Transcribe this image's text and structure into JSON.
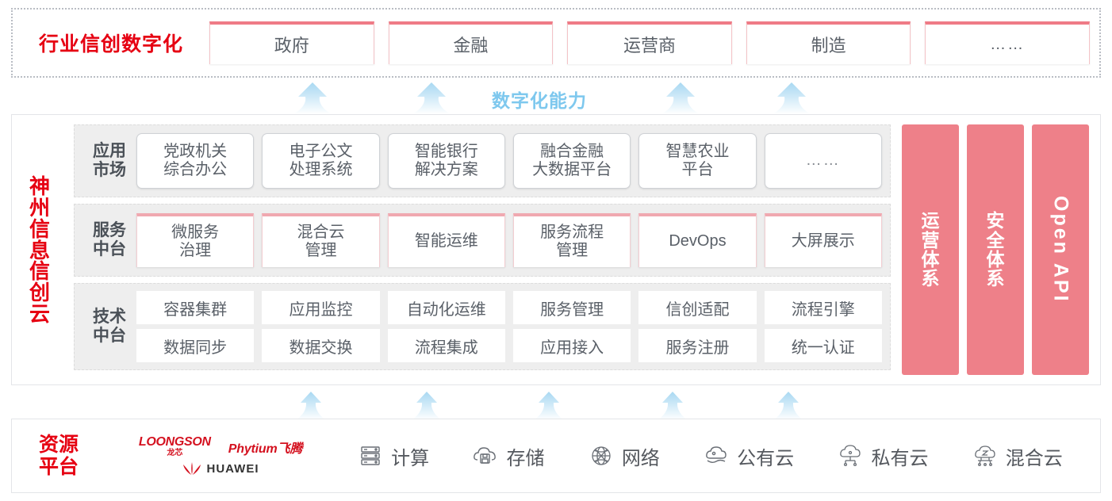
{
  "industry": {
    "title": "行业信创数字化",
    "cards": [
      "政府",
      "金融",
      "运营商",
      "制造",
      "……"
    ]
  },
  "capability": {
    "label": "数字化能力"
  },
  "cloud": {
    "title_chars": [
      "神",
      "州",
      "信",
      "息",
      "信",
      "创",
      "云"
    ],
    "tiers": [
      {
        "label_lines": [
          "应用",
          "市场"
        ],
        "cards": [
          "党政机关\n综合办公",
          "电子公文\n处理系统",
          "智能银行\n解决方案",
          "融合金融\n大数据平台",
          "智慧农业\n平台",
          "……"
        ]
      },
      {
        "label_lines": [
          "服务",
          "中台"
        ],
        "cards": [
          "微服务\n治理",
          "混合云\n管理",
          "智能运维",
          "服务流程\n管理",
          "DevOps",
          "大屏展示"
        ]
      },
      {
        "label_lines": [
          "技术",
          "中台"
        ],
        "row1": [
          "容器集群",
          "应用监控",
          "自动化运维",
          "服务管理",
          "信创适配",
          "流程引擎"
        ],
        "row2": [
          "数据同步",
          "数据交换",
          "流程集成",
          "应用接入",
          "服务注册",
          "统一认证"
        ]
      }
    ],
    "pillars": [
      {
        "type": "cjk",
        "chars": [
          "运",
          "营",
          "体",
          "系"
        ]
      },
      {
        "type": "cjk",
        "chars": [
          "安",
          "全",
          "体",
          "系"
        ]
      },
      {
        "type": "latin",
        "text": "Open API"
      }
    ]
  },
  "resource": {
    "title_lines": [
      "资源",
      "平台"
    ],
    "vendors": [
      {
        "name": "loongson",
        "latin": "LOONGSON",
        "cjk": "龙芯"
      },
      {
        "name": "phytium",
        "latin": "Phytium飞腾"
      },
      {
        "name": "huawei",
        "latin": "HUAWEI"
      }
    ],
    "items": [
      {
        "icon": "server-icon",
        "label": "计算"
      },
      {
        "icon": "cloud-storage-icon",
        "label": "存储"
      },
      {
        "icon": "network-globe-icon",
        "label": "网络"
      },
      {
        "icon": "public-cloud-icon",
        "label": "公有云"
      },
      {
        "icon": "private-cloud-icon",
        "label": "私有云"
      },
      {
        "icon": "hybrid-cloud-icon",
        "label": "混合云"
      }
    ]
  },
  "colors": {
    "brand_red": "#e60012",
    "pillar_pink": "#ee8089",
    "card_pink_top": "#ef7b86",
    "arrow_blue": "#b6dff5",
    "capability_blue": "#7ec8ee"
  }
}
